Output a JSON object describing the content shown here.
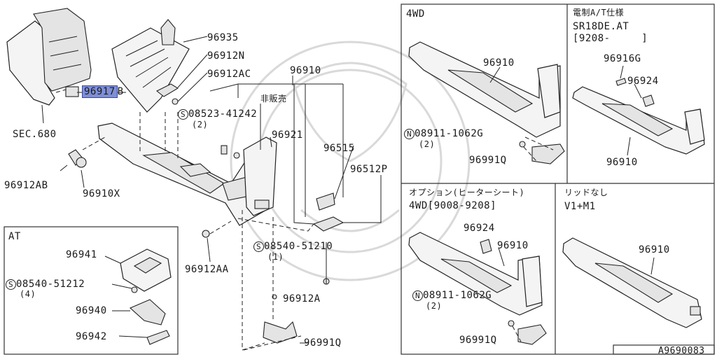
{
  "diagram": {
    "code": "A9690083",
    "highlight_color": "#7f8fd6",
    "main_labels": {
      "p96935": "96935",
      "p96912N": "96912N",
      "p96912AC": "96912AC",
      "p96910": "96910",
      "hihanbai": "非販売",
      "s08523": "08523-41242",
      "s08523_qty": "(2)",
      "p96921": "96921",
      "p96515": "96515",
      "p96512P": "96512P",
      "p96917B_num": "96917",
      "p96917B_suffix": "B",
      "sec680": "SEC.680",
      "p96912AB": "96912AB",
      "p96910X": "96910X",
      "p96912AA": "96912AA",
      "s08540a": "08540-51210",
      "s08540a_qty": "(1)",
      "p96912A": "96912A",
      "p96991Q": "96991Q",
      "s_symbol": "S",
      "n_symbol": "N"
    },
    "at_box": {
      "title": "AT",
      "p96941": "96941",
      "s08540": "08540-51212",
      "s08540_qty": "(4)",
      "p96940": "96940",
      "p96942": "96942"
    },
    "panel_4wd": {
      "title": "4WD",
      "p96910": "96910",
      "n08911": "08911-1062G",
      "n08911_qty": "(2)",
      "p96991Q": "96991Q"
    },
    "panel_at_spec": {
      "title1": "電制A/T仕様",
      "title2": "SR18DE.AT",
      "title3": "[9208-     ]",
      "p96916G": "96916G",
      "p96924": "96924",
      "p96910": "96910"
    },
    "panel_option": {
      "title1": "オプション(ヒーターシート)",
      "title2": "4WD[9008-9208]",
      "p96924": "96924",
      "p96910": "96910",
      "n08911": "08911-1062G",
      "n08911_qty": "(2)",
      "p96991Q": "96991Q"
    },
    "panel_nolid": {
      "title1": "リッドなし",
      "title2": "V1+M1",
      "p96910": "96910"
    }
  }
}
